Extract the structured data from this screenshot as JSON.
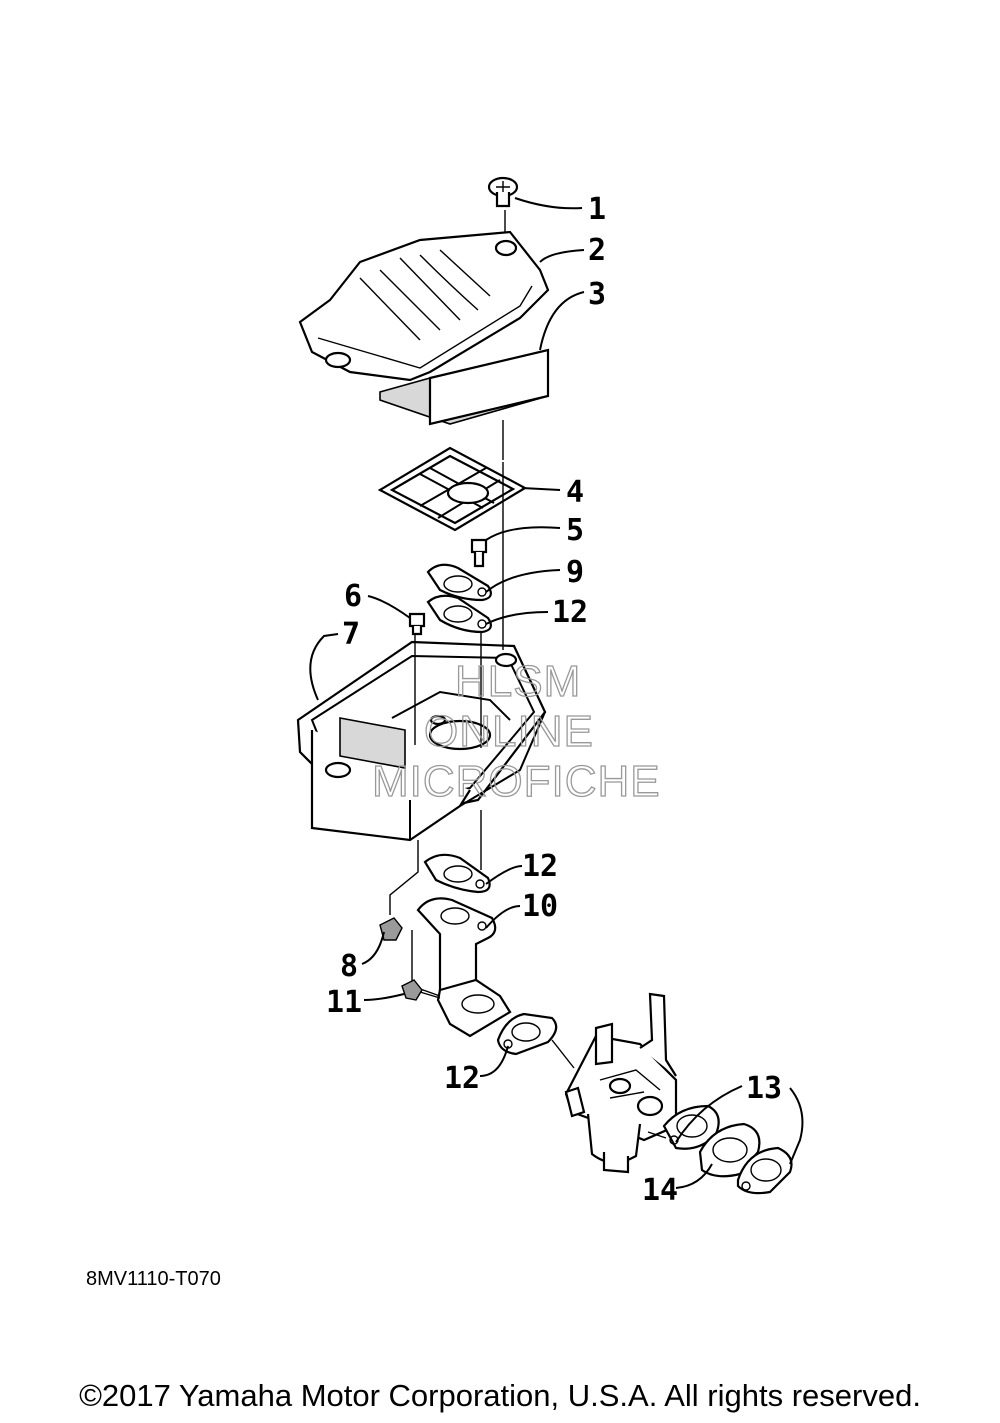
{
  "callouts": [
    "1",
    "2",
    "3",
    "4",
    "5",
    "9",
    "6",
    "12",
    "7",
    "12",
    "10",
    "8",
    "11",
    "12",
    "13",
    "14"
  ],
  "watermark": [
    "HLSM",
    "ONLINE",
    "MICROFICHE"
  ],
  "diagram_code": "8MV1110-T070",
  "copyright": "©2017 Yamaha Motor Corporation, U.S.A. All rights reserved."
}
